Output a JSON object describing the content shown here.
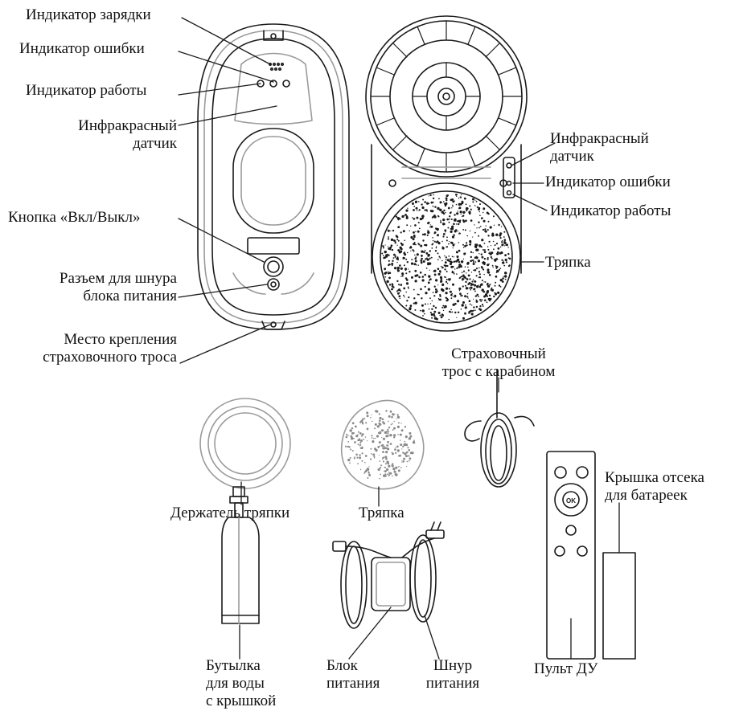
{
  "labels": {
    "charge_indicator": "Индикатор зарядки",
    "error_indicator": "Индикатор ошибки",
    "work_indicator": "Индикатор работы",
    "ir_sensor_1": "Инфракрасный",
    "ir_sensor_2": "датчик",
    "power_button": "Кнопка «Вкл/Выкл»",
    "power_jack_1": "Разъем для шнура",
    "power_jack_2": "блока питания",
    "rope_mount_1": "Место крепления",
    "rope_mount_2": "страховочного троса",
    "right_ir_1": "Инфракрасный",
    "right_ir_2": "датчик",
    "right_error": "Индикатор ошибки",
    "right_work": "Индикатор работы",
    "right_cloth": "Тряпка",
    "safety_rope_1": "Страховочный",
    "safety_rope_2": "трос с карабином",
    "cloth_holder": "Держатель тряпки",
    "cloth": "Тряпка",
    "battery_cover_1": "Крышка отсека",
    "battery_cover_2": "для батареек",
    "bottle_1": "Бутылка",
    "bottle_2": "для воды",
    "bottle_3": "с крышкой",
    "psu_1": "Блок",
    "psu_2": "питания",
    "cord_1": "Шнур",
    "cord_2": "питания",
    "remote": "Пульт ДУ",
    "remote_ok": "OK"
  },
  "colors": {
    "line": "#1a1a1a",
    "light": "#9a9a9a"
  }
}
